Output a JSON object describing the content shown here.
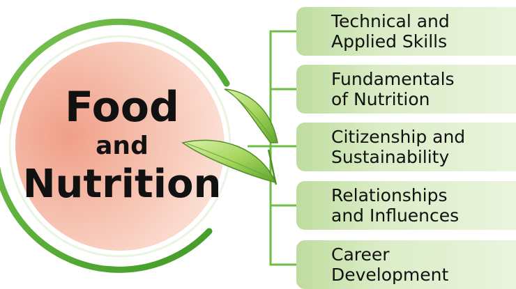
{
  "title": {
    "line1": "Food",
    "line2": "and",
    "line3": "Nutrition"
  },
  "branches": [
    {
      "line1": "Technical and",
      "line2": "Applied Skills"
    },
    {
      "line1": "Fundamentals",
      "line2": "of Nutrition"
    },
    {
      "line1": "Citizenship and",
      "line2": "Sustainability"
    },
    {
      "line1": "Relationships",
      "line2": "and Influences"
    },
    {
      "line1": "Career",
      "line2": "Development"
    }
  ],
  "colors": {
    "ring": "#4caa2e",
    "circle_fill": "#f2b9a6",
    "connector": "#6cbe45",
    "branch_fill": "#d4e9bd",
    "leaf": "#9fd05a",
    "text": "#111111"
  },
  "icons": [
    "leaf-icon"
  ]
}
